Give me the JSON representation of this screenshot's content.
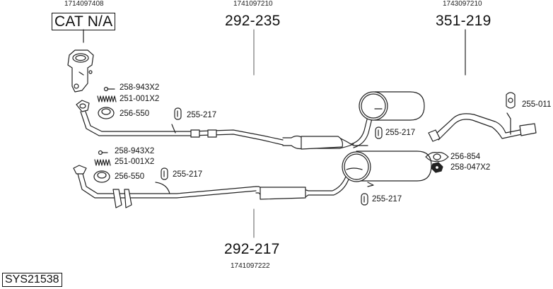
{
  "diagram": {
    "system_id": "SYS21538",
    "assemblies": [
      {
        "reference": "1714097408",
        "part": "CAT N/A",
        "boxed": true
      },
      {
        "reference": "1741097210",
        "part": "292-235"
      },
      {
        "reference": "1743097210",
        "part": "351-219"
      },
      {
        "reference": "1741097222",
        "part": "292-217"
      }
    ],
    "accessories_upper_left": [
      {
        "part": "258-943X2",
        "icon": "bolt-icon"
      },
      {
        "part": "251-001X2",
        "icon": "spring-icon"
      },
      {
        "part": "256-550",
        "icon": "sealing-ring-icon"
      },
      {
        "part": "255-217",
        "icon": "rubber-hanger-icon"
      }
    ],
    "accessories_lower_left": [
      {
        "part": "258-943X2",
        "icon": "bolt-icon"
      },
      {
        "part": "251-001X2",
        "icon": "spring-icon"
      },
      {
        "part": "256-550",
        "icon": "sealing-ring-icon"
      },
      {
        "part": "255-217",
        "icon": "rubber-hanger-icon"
      }
    ],
    "accessories_middle": [
      {
        "part": "255-217",
        "icon": "rubber-hanger-icon"
      },
      {
        "part": "255-217",
        "icon": "rubber-hanger-icon"
      }
    ],
    "accessories_right": [
      {
        "part": "255-011",
        "icon": "rubber-hanger-icon"
      },
      {
        "part": "256-854",
        "icon": "gasket-icon"
      },
      {
        "part": "258-047X2",
        "icon": "nut-icon"
      }
    ]
  }
}
